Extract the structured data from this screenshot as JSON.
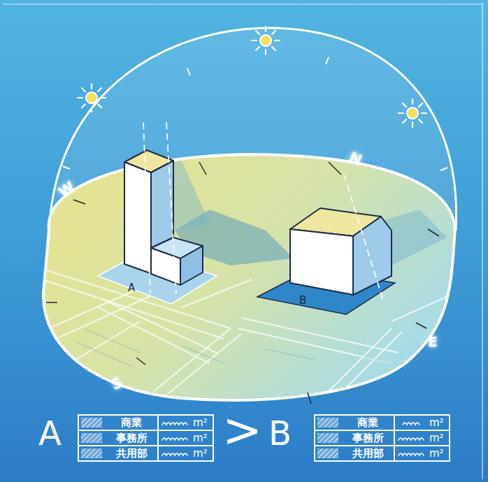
{
  "diagram": {
    "labels": [
      "W",
      "N",
      "E",
      "S",
      "A",
      "B",
      "A",
      "商業",
      "m²",
      "事務所",
      "m²",
      "共用部",
      "m²",
      ">",
      "B",
      "商業",
      "m²",
      "事務所",
      "m²",
      "共用部",
      "m²"
    ]
  }
}
